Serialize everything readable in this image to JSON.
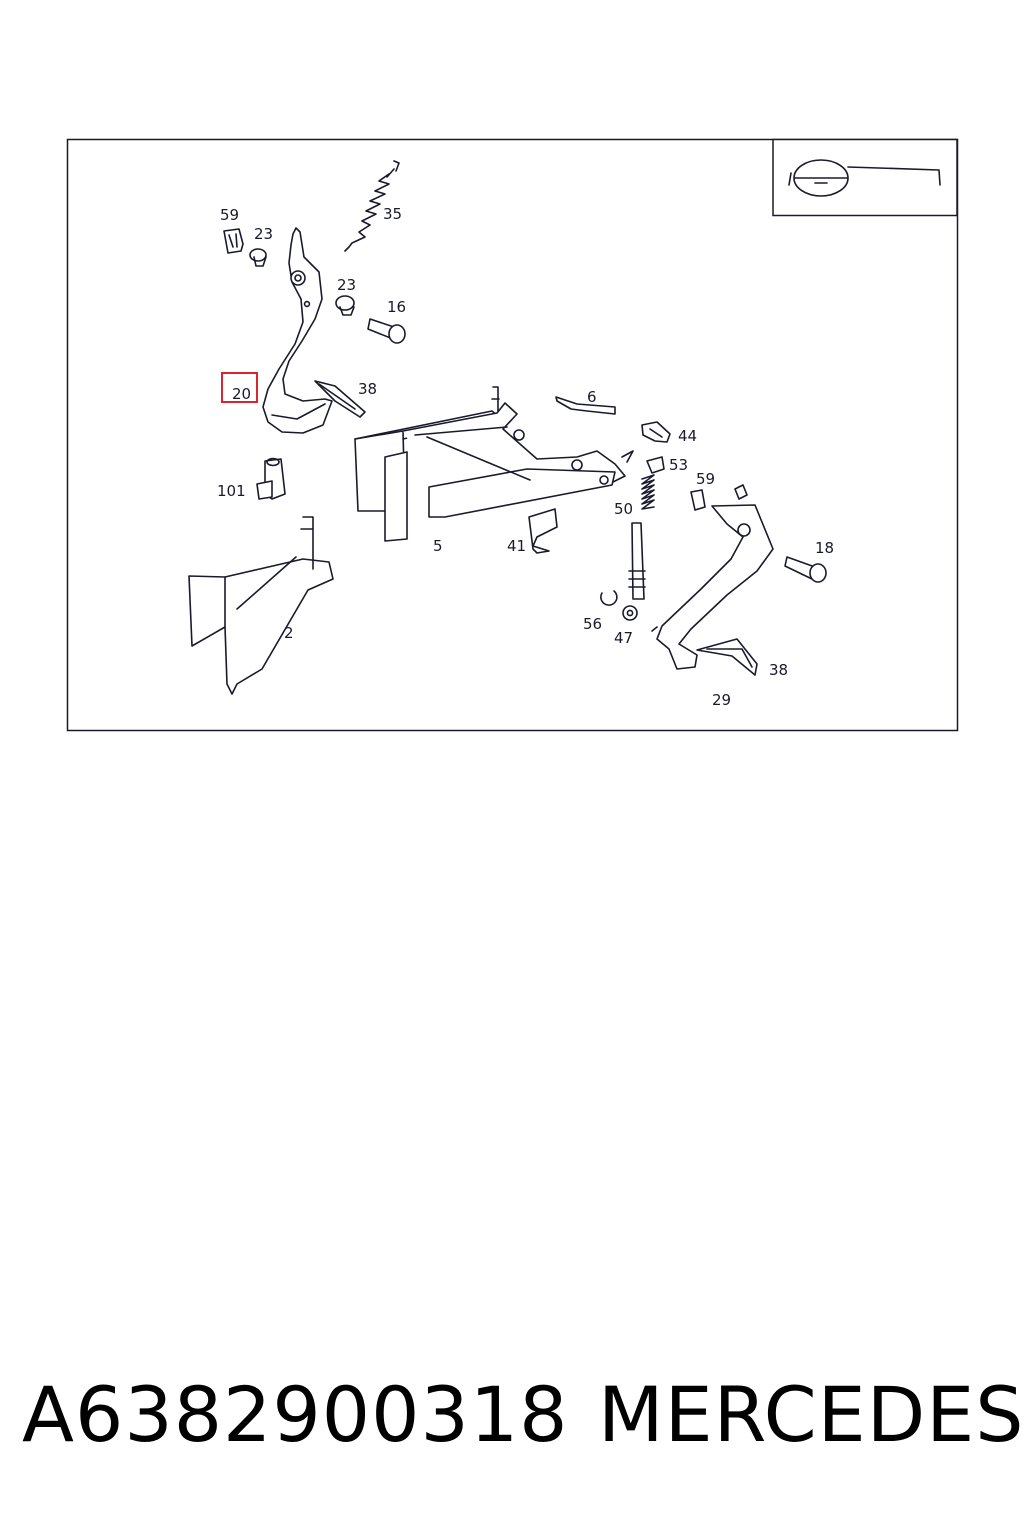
{
  "diagram": {
    "highlight_color": "#d9262e",
    "line_color": "#1a1a2e",
    "callouts": {
      "c59a": "59",
      "c23a": "23",
      "c35": "35",
      "c23b": "23",
      "c16": "16",
      "c20": "20",
      "c38a": "38",
      "c6": "6",
      "c44": "44",
      "c53": "53",
      "c59b": "59",
      "c101": "101",
      "c50": "50",
      "c18": "18",
      "c5": "5",
      "c41": "41",
      "c2": "2",
      "c56": "56",
      "c47": "47",
      "c38b": "38",
      "c29": "29"
    },
    "highlighted_callout": "20",
    "inset_icon": "steering-wheel-icon"
  },
  "footer": {
    "part_number": "A6382900318",
    "brand": "MERCEDES"
  }
}
